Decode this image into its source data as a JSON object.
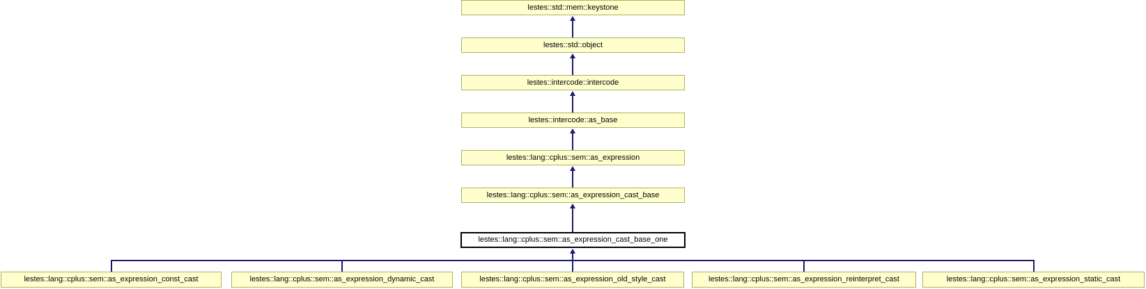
{
  "diagram": {
    "type": "class-inheritance-diagram",
    "chain": [
      {
        "label": "lestes::std::mem::keystone"
      },
      {
        "label": "lestes::std::object"
      },
      {
        "label": "lestes::intercode::intercode"
      },
      {
        "label": "lestes::intercode::as_base"
      },
      {
        "label": "lestes::lang::cplus::sem::as_expression"
      },
      {
        "label": "lestes::lang::cplus::sem::as_expression_cast_base"
      },
      {
        "label": "lestes::lang::cplus::sem::as_expression_cast_base_one"
      }
    ],
    "children": [
      {
        "label": "lestes::lang::cplus::sem::as_expression_const_cast"
      },
      {
        "label": "lestes::lang::cplus::sem::as_expression_dynamic_cast"
      },
      {
        "label": "lestes::lang::cplus::sem::as_expression_old_style_cast"
      },
      {
        "label": "lestes::lang::cplus::sem::as_expression_reinterpret_cast"
      },
      {
        "label": "lestes::lang::cplus::sem::as_expression_static_cast"
      }
    ],
    "colors": {
      "node_fill": "#FFFFCE",
      "node_border": "#B0AE5C",
      "edge": "#191970",
      "current_fill": "#FFFFFF",
      "current_border": "#000000",
      "text": "#000000"
    }
  }
}
